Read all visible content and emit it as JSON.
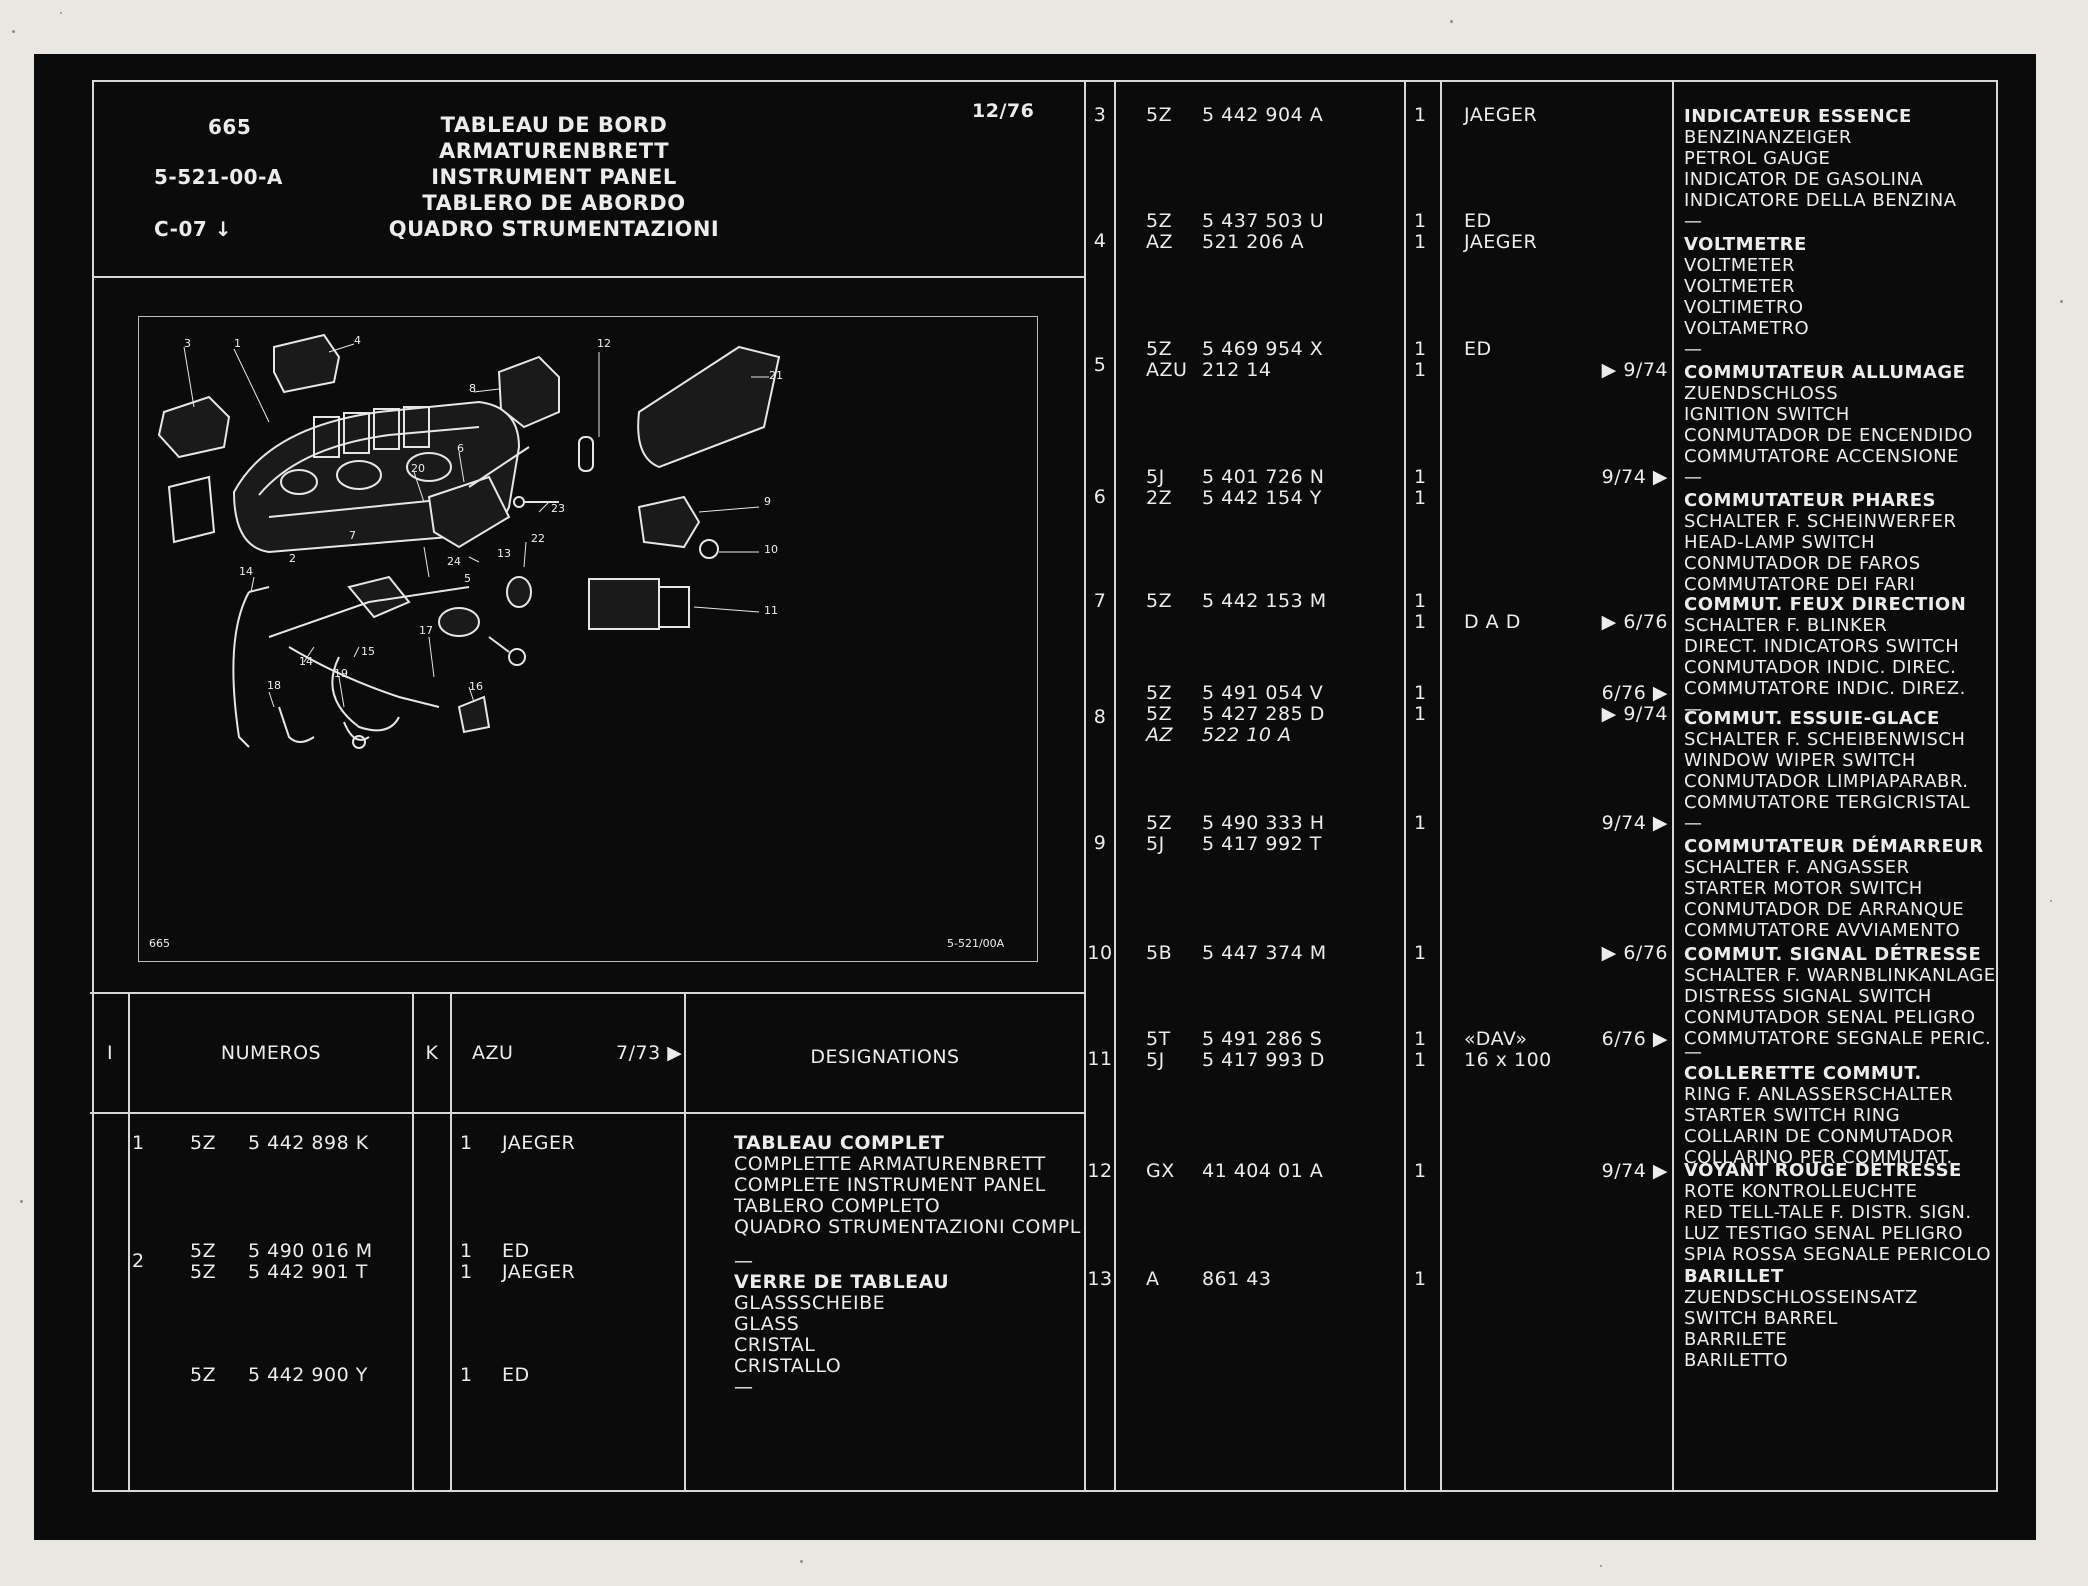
{
  "header": {
    "page_number": "665",
    "part_ref": "5-521-00-A",
    "locator": "C-07",
    "locator_arrow": "↓",
    "date": "12/76",
    "titles": [
      "TABLEAU DE BORD",
      "ARMATURENBRETT",
      "INSTRUMENT PANEL",
      "TABLERO DE ABORDO",
      "QUADRO STRUMENTAZIONI"
    ]
  },
  "drawing": {
    "sheet_number": "665",
    "ref_code": "5-521/00A",
    "callouts": [
      "1",
      "2",
      "3",
      "4",
      "6",
      "7",
      "8",
      "9",
      "10",
      "11",
      "12",
      "13",
      "14",
      "14",
      "15",
      "16",
      "17",
      "18",
      "19",
      "20",
      "21",
      "22",
      "23",
      "24",
      "5"
    ]
  },
  "table_header": {
    "col_index": "I",
    "col_numeros": "NUMEROS",
    "col_k": "K",
    "col_azu": "AZU",
    "col_date": "7/73 ▶",
    "col_designations": "DESIGNATIONS"
  },
  "left_rows": [
    {
      "idx": "1",
      "lines": [
        {
          "pre": "5Z",
          "num": "5 442 898 K",
          "k": "1",
          "azu": "JAEGER"
        }
      ],
      "desc": [
        "TABLEAU COMPLET",
        "COMPLETTE ARMATURENBRETT",
        "COMPLETE INSTRUMENT PANEL",
        "TABLERO COMPLETO",
        "QUADRO STRUMENTAZIONI COMPL"
      ]
    },
    {
      "idx": "2",
      "lines": [
        {
          "pre": "5Z",
          "num": "5 490 016 M",
          "k": "1",
          "azu": "ED"
        },
        {
          "pre": "5Z",
          "num": "5 442 901 T",
          "k": "1",
          "azu": "JAEGER"
        }
      ],
      "desc": [
        "—",
        "VERRE DE TABLEAU",
        "GLASSSCHEIBE",
        "GLASS",
        "CRISTAL",
        "CRISTALLO",
        "—"
      ]
    },
    {
      "idx": "",
      "lines": [
        {
          "pre": "5Z",
          "num": "5 442 900 Y",
          "k": "1",
          "azu": "ED"
        }
      ],
      "desc": []
    }
  ],
  "right_rows": [
    {
      "idx": "3",
      "lines": [
        {
          "pre": "5Z",
          "num": "5 442 904 A",
          "k": "1",
          "azu": "JAEGER",
          "date": ""
        }
      ],
      "desc": [
        "INDICATEUR ESSENCE",
        "BENZINANZEIGER",
        "PETROL GAUGE",
        "INDICATOR DE GASOLINA",
        "INDICATORE DELLA BENZINA",
        "—"
      ]
    },
    {
      "idx": "4",
      "lines": [
        {
          "pre": "5Z",
          "num": "5 437 503 U",
          "k": "1",
          "azu": "ED",
          "date": ""
        },
        {
          "pre": "AZ",
          "num": "521 206 A",
          "k": "1",
          "azu": "JAEGER",
          "date": ""
        }
      ],
      "desc": [
        "VOLTMETRE",
        "VOLTMETER",
        "VOLTMETER",
        "VOLTIMETRO",
        "VOLTAMETRO",
        "—"
      ]
    },
    {
      "idx": "5",
      "lines": [
        {
          "pre": "5Z",
          "num": "5 469 954 X",
          "k": "1",
          "azu": "ED",
          "date": ""
        },
        {
          "pre": "AZU",
          "num": "212  14",
          "k": "1",
          "azu": "",
          "date": "▶ 9/74"
        }
      ],
      "desc": [
        "COMMUTATEUR ALLUMAGE",
        "ZUENDSCHLOSS",
        "IGNITION SWITCH",
        "CONMUTADOR DE ENCENDIDO",
        "COMMUTATORE ACCENSIONE",
        "—"
      ]
    },
    {
      "idx": "6",
      "lines": [
        {
          "pre": "5J",
          "num": "5 401 726 N",
          "k": "1",
          "azu": "",
          "date": "9/74 ▶"
        },
        {
          "pre": "2Z",
          "num": "5 442 154 Y",
          "k": "1",
          "azu": "",
          "date": ""
        }
      ],
      "desc": [
        "COMMUTATEUR PHARES",
        "SCHALTER F. SCHEINWERFER",
        "HEAD-LAMP SWITCH",
        "CONMUTADOR DE FAROS",
        "COMMUTATORE DEI FARI"
      ]
    },
    {
      "idx": "7",
      "lines": [
        {
          "pre": "5Z",
          "num": "5 442 153 M",
          "k": "1",
          "azu": "",
          "date": ""
        },
        {
          "pre": "",
          "num": "",
          "k": "1",
          "azu": "D A D",
          "date": "▶ 6/76"
        }
      ],
      "desc": [
        "COMMUT. FEUX DIRECTION",
        "SCHALTER F. BLINKER",
        "DIRECT. INDICATORS SWITCH",
        "CONMUTADOR INDIC. DIREC.",
        "COMMUTATORE INDIC. DIREZ.",
        "—"
      ]
    },
    {
      "idx": "8",
      "lines": [
        {
          "pre": "5Z",
          "num": "5 491 054 V",
          "k": "1",
          "azu": "",
          "date": "6/76 ▶"
        },
        {
          "pre": "5Z",
          "num": "5 427 285 D",
          "k": "1",
          "azu": "",
          "date": "▶ 9/74"
        },
        {
          "pre": "AZ",
          "num": "522 10 A",
          "k": "",
          "azu": "",
          "date": ""
        }
      ],
      "desc": [
        "COMMUT. ESSUIE-GLACE",
        "SCHALTER F. SCHEIBENWISCH",
        "WINDOW WIPER SWITCH",
        "CONMUTADOR LIMPIAPARABR.",
        "COMMUTATORE TERGICRISTAL",
        "—"
      ]
    },
    {
      "idx": "9",
      "lines": [
        {
          "pre": "5Z",
          "num": "5 490 333 H",
          "k": "1",
          "azu": "",
          "date": "9/74 ▶"
        },
        {
          "pre": "5J",
          "num": "5 417 992 T",
          "k": "",
          "azu": "",
          "date": ""
        }
      ],
      "desc": [
        "COMMUTATEUR DÉMARREUR",
        "SCHALTER F. ANGASSER",
        "STARTER MOTOR SWITCH",
        "CONMUTADOR DE ARRANQUE",
        "COMMUTATORE AVVIAMENTO"
      ]
    },
    {
      "idx": "10",
      "lines": [
        {
          "pre": "5B",
          "num": "5 447 374 M",
          "k": "1",
          "azu": "",
          "date": "▶ 6/76"
        }
      ],
      "desc": [
        "COMMUT. SIGNAL DÉTRESSE",
        "SCHALTER F. WARNBLINKANLAGE",
        "DISTRESS SIGNAL SWITCH",
        "CONMUTADOR SENAL PELIGRO",
        "COMMUTATORE SEGNALE PERIC."
      ]
    },
    {
      "idx": "11",
      "lines": [
        {
          "pre": "5T",
          "num": "5 491 286 S",
          "k": "1",
          "azu": "«DAV»",
          "date": "6/76 ▶"
        },
        {
          "pre": "5J",
          "num": "5 417 993 D",
          "k": "1",
          "azu": "16 x 100",
          "date": ""
        }
      ],
      "desc": [
        "—",
        "COLLERETTE COMMUT.",
        "RING F. ANLASSERSCHALTER",
        "STARTER SWITCH RING",
        "COLLARIN DE CONMUTADOR",
        "COLLARINO PER COMMUTAT."
      ]
    },
    {
      "idx": "12",
      "lines": [
        {
          "pre": "GX",
          "num": "41 404 01 A",
          "k": "1",
          "azu": "",
          "date": "9/74 ▶"
        }
      ],
      "desc": [
        "VOYANT ROUGE DÉTRESSE",
        "ROTE KONTROLLEUCHTE",
        "RED TELL-TALE F. DISTR. SIGN.",
        "LUZ TESTIGO SENAL PELIGRO",
        "SPIA ROSSA SEGNALE PERICOLO"
      ]
    },
    {
      "idx": "13",
      "lines": [
        {
          "pre": "A",
          "num": "861  43",
          "k": "1",
          "azu": "",
          "date": ""
        }
      ],
      "desc": [
        "BARILLET",
        "ZUENDSCHLOSSEINSATZ",
        "SWITCH BARREL",
        "BARRILETE",
        "BARILETTO"
      ]
    }
  ]
}
